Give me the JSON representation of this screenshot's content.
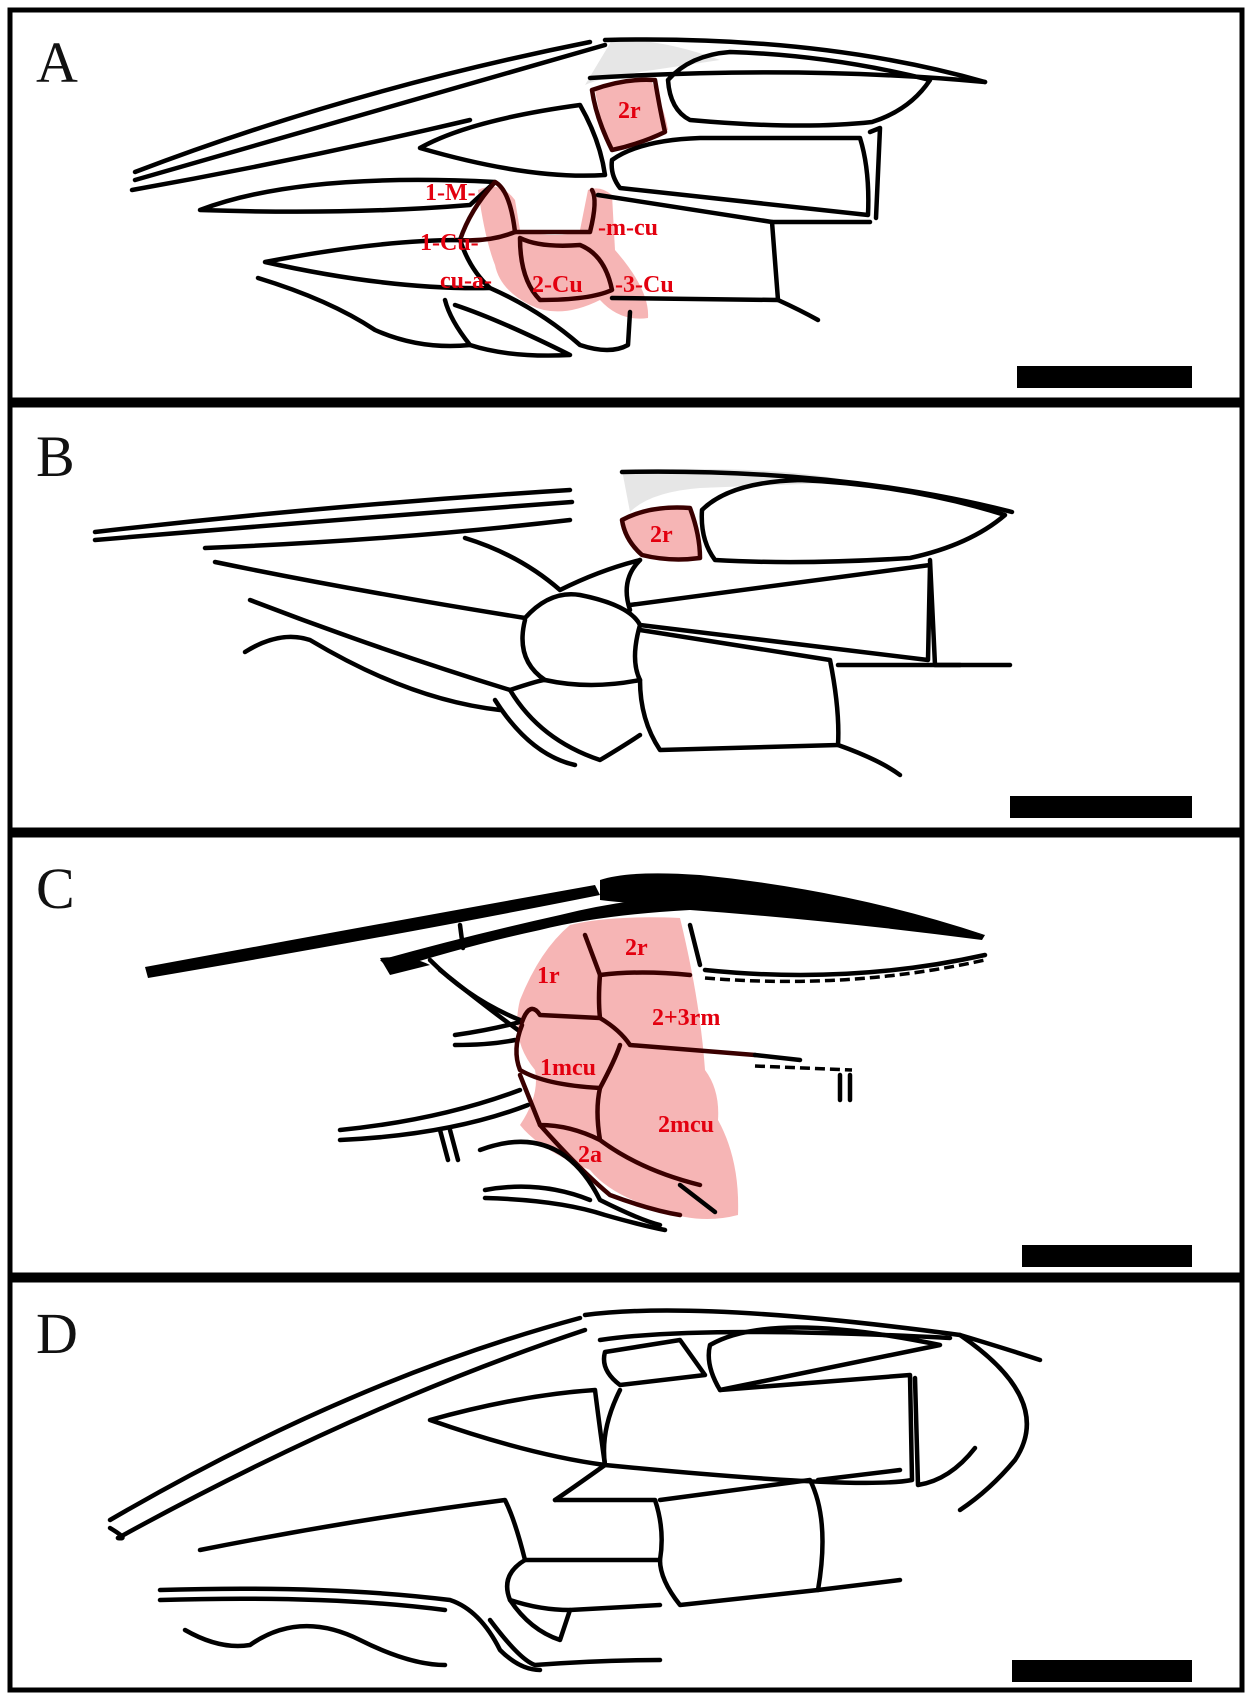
{
  "colors": {
    "highlight": "#f4a8a8",
    "label_red": "#e3000f",
    "vein": "#000000",
    "stigma_grey": "#e6e6e6"
  },
  "panels": [
    {
      "label": "A",
      "cell_labels": [
        "2r",
        "1-M-",
        "1-Cu-",
        "-m-cu",
        "cu-a-",
        "2-Cu",
        "-3-Cu"
      ]
    },
    {
      "label": "B",
      "cell_labels": [
        "2r"
      ]
    },
    {
      "label": "C",
      "cell_labels": [
        "1r",
        "2r",
        "2+3rm",
        "1mcu",
        "2mcu",
        "2a"
      ]
    },
    {
      "label": "D",
      "cell_labels": []
    }
  ]
}
